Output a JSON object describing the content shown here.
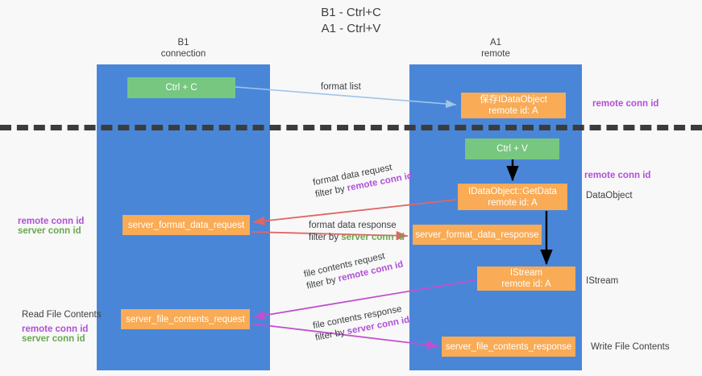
{
  "title": "B1 - Ctrl+C\nA1 - Ctrl+V",
  "columns": {
    "left": {
      "header": "B1\nconnection"
    },
    "right": {
      "header": "A1\nremote"
    }
  },
  "colors": {
    "band": "#4a86d8",
    "green_node": "#77c780",
    "orange_node": "#f9ab55",
    "remote_conn_id": "#b14fd8",
    "server_conn_id": "#6aa84f",
    "arrow_format_list": "#9fc5e8",
    "arrow_format_data": "#e06666",
    "arrow_file_contents": "#c34fd0",
    "arrow_black": "#000000",
    "dashed_line": "#3c3c3c"
  },
  "nodes": {
    "ctrl_c": "Ctrl + C",
    "idataobject": "保存IDataObject\nremote id: A",
    "ctrl_v": "Ctrl + V",
    "getdata": "IDataObject::GetData\nremote id: A",
    "server_format_data_request": "server_format_data_request",
    "server_format_data_response": "server_format_data_response",
    "istream": "IStream\nremote id: A",
    "server_file_contents_request": "server_file_contents_request",
    "server_file_contents_response": "server_file_contents_response"
  },
  "edge_labels": {
    "format_list": "format list",
    "format_data_request": "format data request",
    "format_data_request_filter_prefix": "filter by ",
    "format_data_request_filter_key": "remote conn id",
    "format_data_response": "format data response",
    "format_data_response_filter_prefix": "filter by ",
    "format_data_response_filter_key": "server conn id",
    "file_contents_request": "file contents request",
    "file_contents_request_filter_prefix": "filter by ",
    "file_contents_request_filter_key": "remote conn id",
    "file_contents_response": "file contents response",
    "file_contents_response_filter_prefix": "filter by ",
    "file_contents_response_filter_key": "server conn id"
  },
  "annotations": {
    "right_remote_conn_id_top": "remote conn id",
    "right_remote_conn_id_mid": "remote conn id",
    "dataobject": "DataObject",
    "istream": "IStream",
    "write_file_contents": "Write File Contents",
    "left_remote_conn_id": "remote conn id",
    "left_server_conn_id": "server conn id",
    "read_file_contents": "Read File Contents",
    "left_remote_conn_id_2": "remote conn id",
    "left_server_conn_id_2": "server conn id"
  }
}
